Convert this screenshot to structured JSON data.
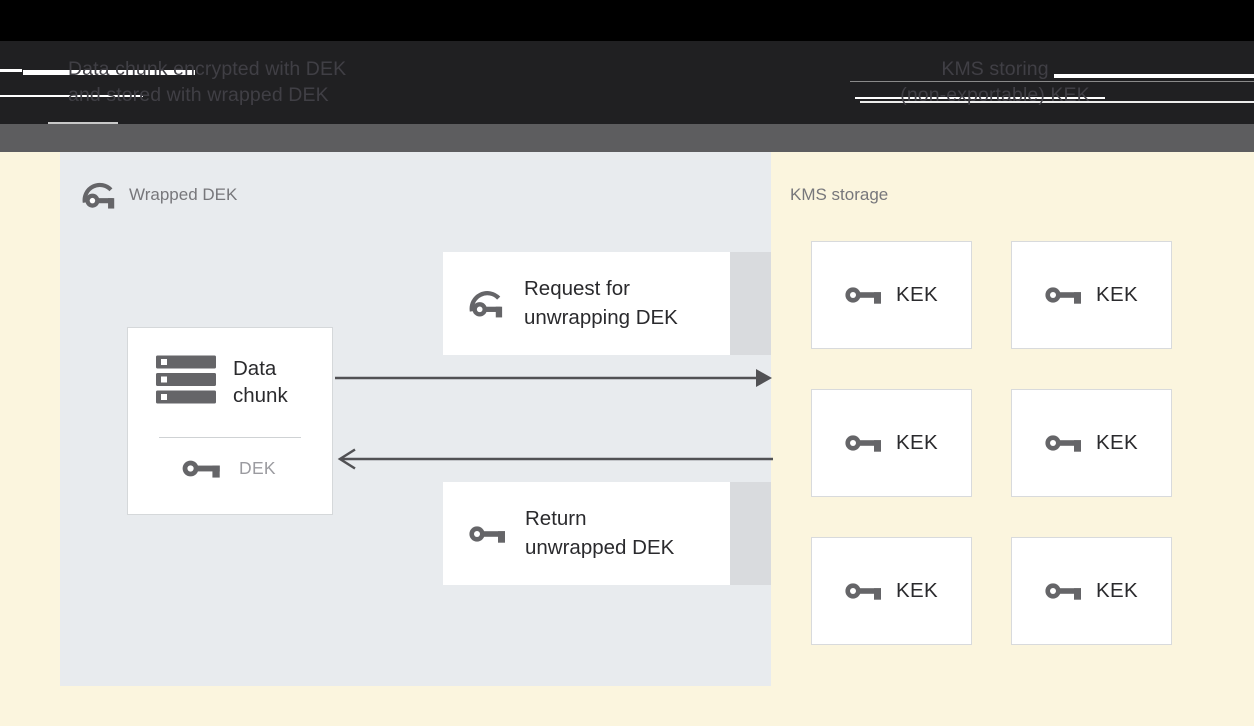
{
  "captions": {
    "left_line1": "Data chunk encrypted with DEK",
    "left_line2": "and stored with wrapped DEK",
    "right_line1": "KMS storing",
    "right_line2": "(non-exportable) KEK"
  },
  "panel": {
    "label": "Wrapped DEK",
    "icon": "wrapped-key-icon"
  },
  "data_chunk": {
    "line1": "Data",
    "line2": "chunk",
    "icon": "storage-icon",
    "key_icon": "key-icon",
    "key_label": "DEK"
  },
  "request_card": {
    "line1": "Request for",
    "line2": "unwrapping DEK",
    "icon": "wrapped-key-icon"
  },
  "return_card": {
    "line1": "Return",
    "line2": "unwrapped DEK",
    "icon": "key-icon"
  },
  "kms": {
    "label": "KMS storage",
    "kek_boxes": [
      {
        "icon": "key-icon",
        "label": "KEK"
      },
      {
        "icon": "key-icon",
        "label": "KEK"
      },
      {
        "icon": "key-icon",
        "label": "KEK"
      },
      {
        "icon": "key-icon",
        "label": "KEK"
      },
      {
        "icon": "key-icon",
        "label": "KEK"
      },
      {
        "icon": "key-icon",
        "label": "KEK"
      }
    ]
  },
  "colors": {
    "background": "#fbf5de",
    "panel": "#e8ebee",
    "card": "#ffffff",
    "card_border": "#d5d8da",
    "strip": "#d9dbde",
    "icon_gray": "#656568",
    "label_gray": "#77777b",
    "text_dark": "#2a2a2d",
    "dek_gray": "#9b9ba0",
    "arrow": "#515154",
    "caption_band": "#202022",
    "caption_text": "#403f45",
    "divider_band": "#5d5d5f"
  }
}
